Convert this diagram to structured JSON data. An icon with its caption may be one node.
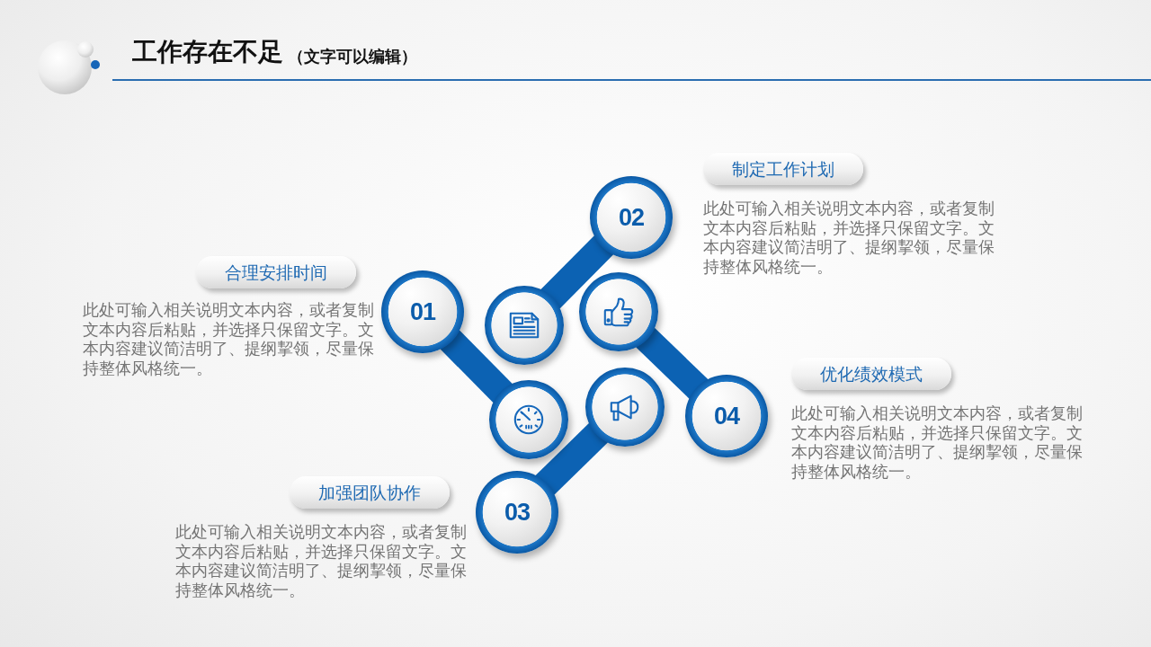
{
  "diagram": {
    "title": "工作存在不足",
    "nodes": [
      {
        "text": [
          "01"
        ]
      },
      {
        "text": [
          "02"
        ]
      },
      {
        "text": [
          "03"
        ]
      },
      {
        "text": [
          "04"
        ]
      },
      {
        "text": [],
        "shape": "circle"
      },
      {
        "text": [],
        "shape": "circle"
      },
      {
        "text": [],
        "shape": "circle"
      },
      {
        "text": [],
        "shape": "circle"
      },
      {
        "text": [
          "合理安排时间"
        ],
        "beside": [
          "此处可输入相关说明文本内容，或者复制文本内容后粘贴，并选择只保留文字。文本内容建议简洁明了、提纲挈领，尽量保持整体风格统一。"
        ]
      },
      {
        "text": [
          "制定工作计划"
        ],
        "beside": [
          "此处可输入相关说明文本内容，或者复制文本内容后粘贴，并选择只保留文字。文本内容建议简洁明了、提纲挈领，尽量保持整体风格统一。"
        ]
      },
      {
        "text": [
          "优化绩效模式"
        ],
        "beside": [
          "此处可输入相关说明文本内容，或者复制文本内容后粘贴，并选择只保留文字。文本内容建议简洁明了、提纲挈领，尽量保持整体风格统一。"
        ]
      },
      {
        "text": [
          "加强团队协作"
        ],
        "beside": [
          "此处可输入相关说明文本内容，或者复制文本内容后粘贴，并选择只保留文字。文本内容建议简洁明了、提纲挈领，尽量保持整体风格统一。"
        ]
      }
    ],
    "edges": [
      {
        "from": 0,
        "to": 6,
        "arrow": "none"
      },
      {
        "from": 1,
        "to": 4,
        "arrow": "none"
      },
      {
        "from": 2,
        "to": 7,
        "arrow": "none"
      },
      {
        "from": 3,
        "to": 5,
        "arrow": "none"
      }
    ],
    "labels": [
      "（文字可以编辑）"
    ]
  }
}
